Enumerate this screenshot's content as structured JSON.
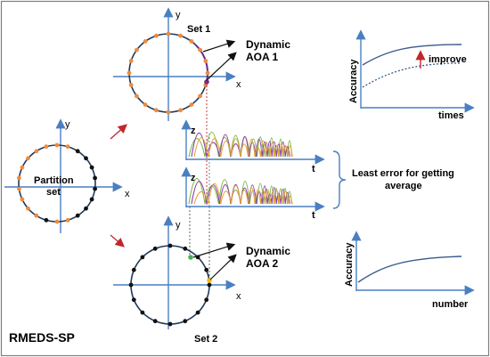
{
  "footer_label": "RMEDS-SP",
  "partition": {
    "label_line1": "Partition",
    "label_line2": "set",
    "axis_x": "x",
    "axis_y": "y"
  },
  "set1": {
    "label": "Set 1",
    "axis_x": "x",
    "axis_y": "y",
    "annotation_line1": "Dynamic",
    "annotation_line2": "AOA 1"
  },
  "set2": {
    "label": "Set 2",
    "axis_x": "x",
    "axis_y": "y",
    "annotation_line1": "Dynamic",
    "annotation_line2": "AOA 2"
  },
  "waves": {
    "top": {
      "axis_z": "z",
      "axis_t": "t"
    },
    "bottom": {
      "axis_z": "z",
      "axis_t": "t"
    },
    "brace_text_line1": "Least error for getting",
    "brace_text_line2": "average"
  },
  "charts": {
    "top": {
      "ylabel": "Accuracy",
      "xlabel": "times",
      "annotation": "improve"
    },
    "bottom": {
      "ylabel": "Accuracy",
      "xlabel": "number"
    }
  },
  "colors": {
    "circle": "#1f3b5c",
    "orange_dot": "#f08a3c",
    "black_dot": "#111111",
    "axis": "#4a7fc1",
    "red_arrow": "#c0272d",
    "purple_dot": "#6a2c91",
    "green_dot": "#4caf50",
    "yellow_dot": "#f5b800",
    "wave_green": "#7ab648",
    "wave_purple": "#8a3ea8",
    "wave_orange": "#e8a23a",
    "curve": "#3a5a8c"
  }
}
